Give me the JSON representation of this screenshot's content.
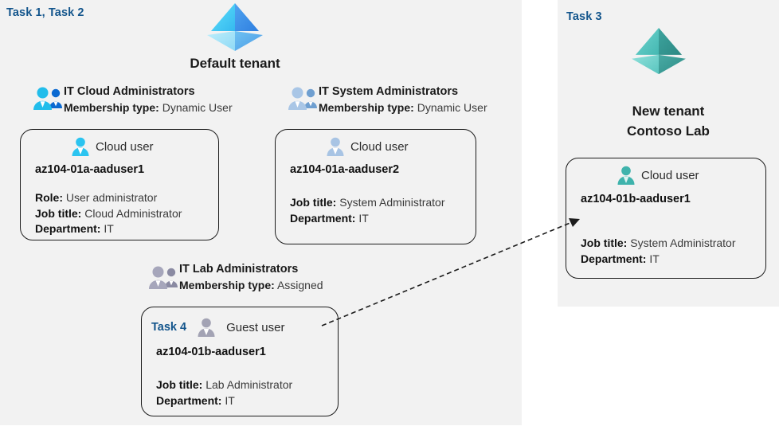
{
  "colors": {
    "panel_bg": "#f2f2f2",
    "page_bg": "#ffffff",
    "task_label": "#13558c",
    "card_border": "#1c1c1c",
    "tenant_blue_light": "#4fd3f7",
    "tenant_blue_dark": "#3f8fe8",
    "tenant_teal_light": "#5ecfc9",
    "tenant_teal_dark": "#2f9a94",
    "group_cyan": "#22bdeb",
    "group_blue": "#0c6ad1",
    "group_muted_blue": "#9fc0e4",
    "group_grey": "#9a9ab0",
    "person_cyan": "#2bc4f0",
    "person_muted": "#a8c4e4",
    "person_grey": "#a3a3b4",
    "person_teal": "#3fb3ac"
  },
  "left_panel": {
    "task_label": "Task 1, Task 2",
    "tenant": {
      "title": "Default tenant",
      "icon": "azure-tenant-diamond-icon",
      "accent": "blue"
    },
    "groups": [
      {
        "icon": "group-users-icon",
        "icon_variant": "cyan",
        "name": "IT Cloud Administrators",
        "meta_label": "Membership type:",
        "meta_value": "Dynamic User",
        "card": {
          "user_type": "Cloud user",
          "user_icon": "person-icon",
          "user_icon_variant": "cyan",
          "task_tag": "",
          "username": "az104-01a-aaduser1",
          "props": [
            {
              "label": "Role:",
              "value": "User administrator"
            },
            {
              "label": "Job title:",
              "value": "Cloud Administrator"
            },
            {
              "label": "Department:",
              "value": "IT"
            }
          ]
        }
      },
      {
        "icon": "group-users-icon",
        "icon_variant": "muted",
        "name": "IT System Administrators",
        "meta_label": "Membership type:",
        "meta_value": "Dynamic User",
        "card": {
          "user_type": "Cloud user",
          "user_icon": "person-icon",
          "user_icon_variant": "muted",
          "task_tag": "",
          "username": "az104-01a-aaduser2",
          "props": [
            {
              "label": "Job title:",
              "value": "System Administrator"
            },
            {
              "label": "Department:",
              "value": "IT"
            }
          ]
        }
      },
      {
        "icon": "group-users-icon",
        "icon_variant": "grey",
        "name": "IT Lab Administrators",
        "meta_label": "Membership type:",
        "meta_value": "Assigned",
        "card": {
          "user_type": "Guest user",
          "user_icon": "person-icon",
          "user_icon_variant": "grey",
          "task_tag": "Task 4",
          "username": "az104-01b-aaduser1",
          "props": [
            {
              "label": "Job title:",
              "value": "Lab Administrator"
            },
            {
              "label": "Department:",
              "value": "IT"
            }
          ]
        }
      }
    ]
  },
  "right_panel": {
    "task_label": "Task 3",
    "tenant": {
      "title_line1": "New  tenant",
      "title_line2": "Contoso Lab",
      "icon": "azure-tenant-diamond-icon",
      "accent": "teal"
    },
    "card": {
      "user_type": "Cloud user",
      "user_icon": "person-icon",
      "user_icon_variant": "teal",
      "task_tag": "",
      "username": "az104-01b-aaduser1",
      "props": [
        {
          "label": "Job title:",
          "value": "System Administrator"
        },
        {
          "label": "Department:",
          "value": "IT"
        }
      ]
    }
  },
  "connector": {
    "name": "guest-user-invite-arrow",
    "style": "dashed",
    "from": "IT Lab Administrators guest user card",
    "to": "Contoso Lab cloud user card"
  }
}
